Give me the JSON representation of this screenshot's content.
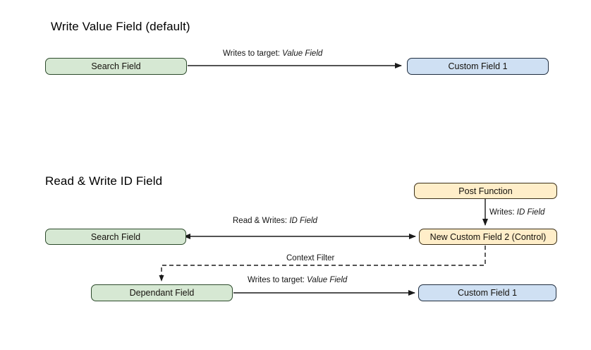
{
  "diagram": {
    "type": "flow-diagram",
    "background": "#ffffff",
    "colors": {
      "green_fill": "#d6e8d3",
      "green_stroke": "#2c4a2b",
      "blue_fill": "#cfe0f3",
      "blue_stroke": "#1f2d3f",
      "orange_fill": "#ffeec9",
      "orange_stroke": "#3b2f17",
      "edge_stroke": "#1a1a1a",
      "text": "#000000"
    }
  },
  "sections": [
    {
      "id": "write-value-field",
      "title": "Write Value Field (default)"
    },
    {
      "id": "read-write-id-field",
      "title": "Read & Write ID Field"
    }
  ],
  "nodes": {
    "search_field_top": "Search Field",
    "custom_field_1_top": "Custom Field 1",
    "post_function": "Post Function",
    "new_custom_field_2": "New Custom Field 2 (Control)",
    "search_field_bottom": "Search Field",
    "dependant_field": "Dependant Field",
    "custom_field_1_bottom": "Custom Field 1"
  },
  "edges": {
    "writes_to_target_top_prefix": "Writes to target:",
    "writes_to_target_top_emphasis": "Value Field",
    "writes_id_field_prefix": "Writes:",
    "writes_id_field_emphasis": "ID Field",
    "read_writes_prefix": "Read & Writes:",
    "read_writes_emphasis": "ID Field",
    "context_filter": "Context Filter",
    "writes_to_target_bottom_prefix": "Writes to target:",
    "writes_to_target_bottom_emphasis": "Value Field"
  }
}
